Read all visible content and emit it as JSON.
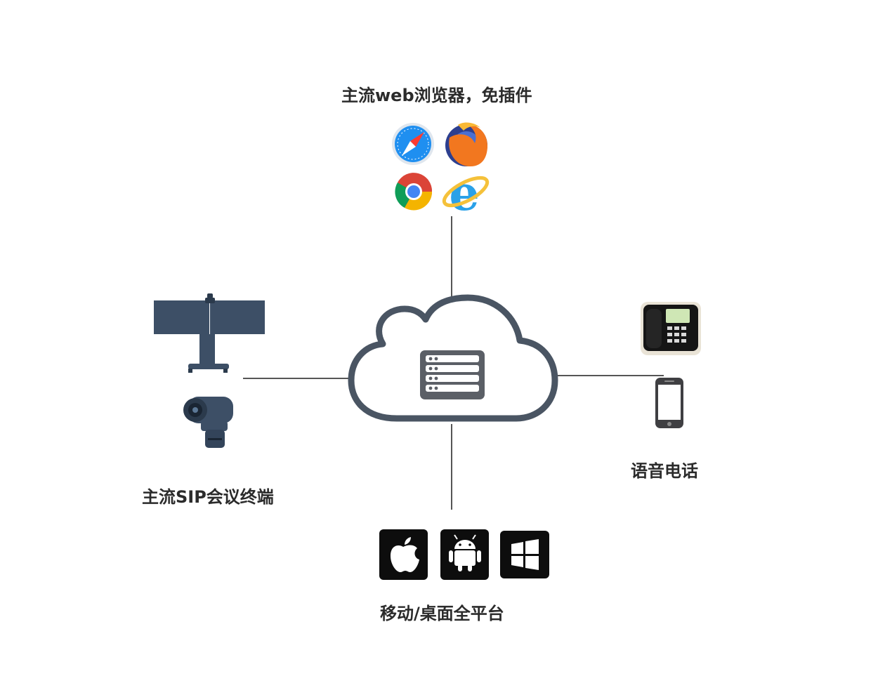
{
  "labels": {
    "browsers": "主流web浏览器，免插件",
    "sip_terminals": "主流SIP会议终端",
    "voice_phone": "语音电话",
    "platforms": "移动/桌面全平台"
  },
  "colors": {
    "line": "#555555",
    "cloud_stroke": "#4a5563",
    "server": "#5b5f66",
    "device_blue": "#3d4f66",
    "tile_black": "#0d0d0d"
  },
  "icons": {
    "center": "cloud-server-icon",
    "browsers": [
      "safari-icon",
      "firefox-icon",
      "chrome-icon",
      "ie-icon"
    ],
    "sip": [
      "video-conference-terminal-icon",
      "ptz-camera-icon"
    ],
    "phones": [
      "desk-phone-icon",
      "mobile-phone-icon"
    ],
    "platforms": [
      "apple-icon",
      "android-icon",
      "windows-icon"
    ]
  }
}
